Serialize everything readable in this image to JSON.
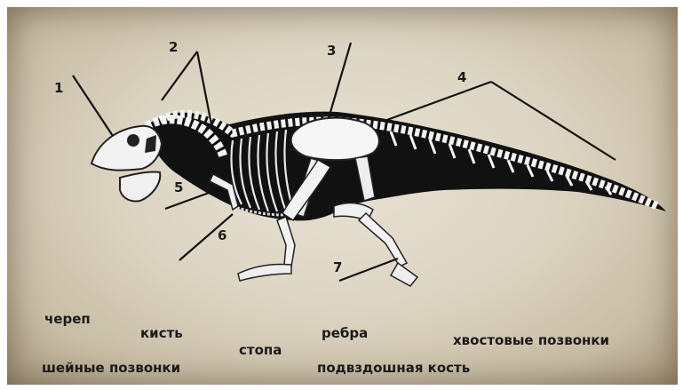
{
  "callouts": [
    "1",
    "2",
    "3",
    "4",
    "5",
    "6",
    "7"
  ],
  "terms": {
    "skull": "череп",
    "hand": "кисть",
    "foot": "стопа",
    "ribs": "ребра",
    "tail_vertebrae": "хвостовые позвонки",
    "neck_vertebrae": "шейные позвонки",
    "ilium": "подвздошная кость"
  }
}
